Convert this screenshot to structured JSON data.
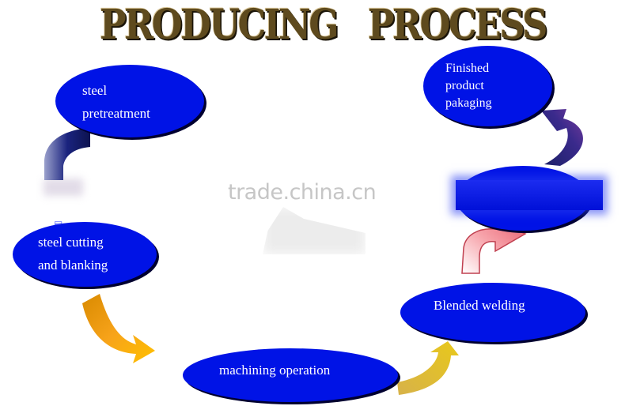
{
  "diagram": {
    "title": "PRODUCING   PROCESS",
    "steps": [
      {
        "id": "step-1",
        "label": "steel\npretreatment"
      },
      {
        "id": "step-2",
        "label": "steel cutting\nand blanking"
      },
      {
        "id": "step-3",
        "label": "machining operation"
      },
      {
        "id": "step-4",
        "label": "Blended welding"
      },
      {
        "id": "step-5",
        "label": ""
      },
      {
        "id": "step-6",
        "label": "Finished\nproduct\npakaging"
      }
    ],
    "watermark": "trade.china.cn",
    "colors": {
      "node": "#0013e6",
      "title": "#5e4a1e",
      "arrow_navy": "#1a237e",
      "arrow_orange": "#f29a00",
      "arrow_yellow": "#e3c319",
      "arrow_pink": "#f7a6ad",
      "arrow_purple": "#5b2a8c"
    }
  }
}
